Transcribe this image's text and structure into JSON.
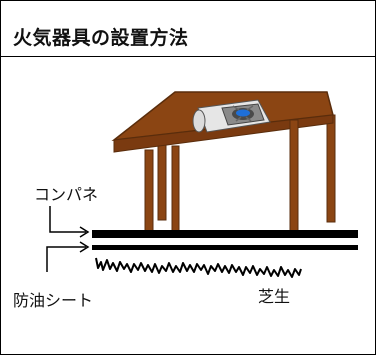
{
  "header": {
    "title": "火気器具の設置方法"
  },
  "labels": {
    "plywood": "コンパネ",
    "sheet": "防油シート",
    "grass": "芝生"
  },
  "colors": {
    "table_wood": "#8b4513",
    "table_outline": "#5a2d0c",
    "ground_layers": "#000000",
    "burner_flame": "#1e6fd8"
  },
  "icons": [
    "table-illustration",
    "gas-burner-icon",
    "grass-icon",
    "arrow-icon"
  ]
}
